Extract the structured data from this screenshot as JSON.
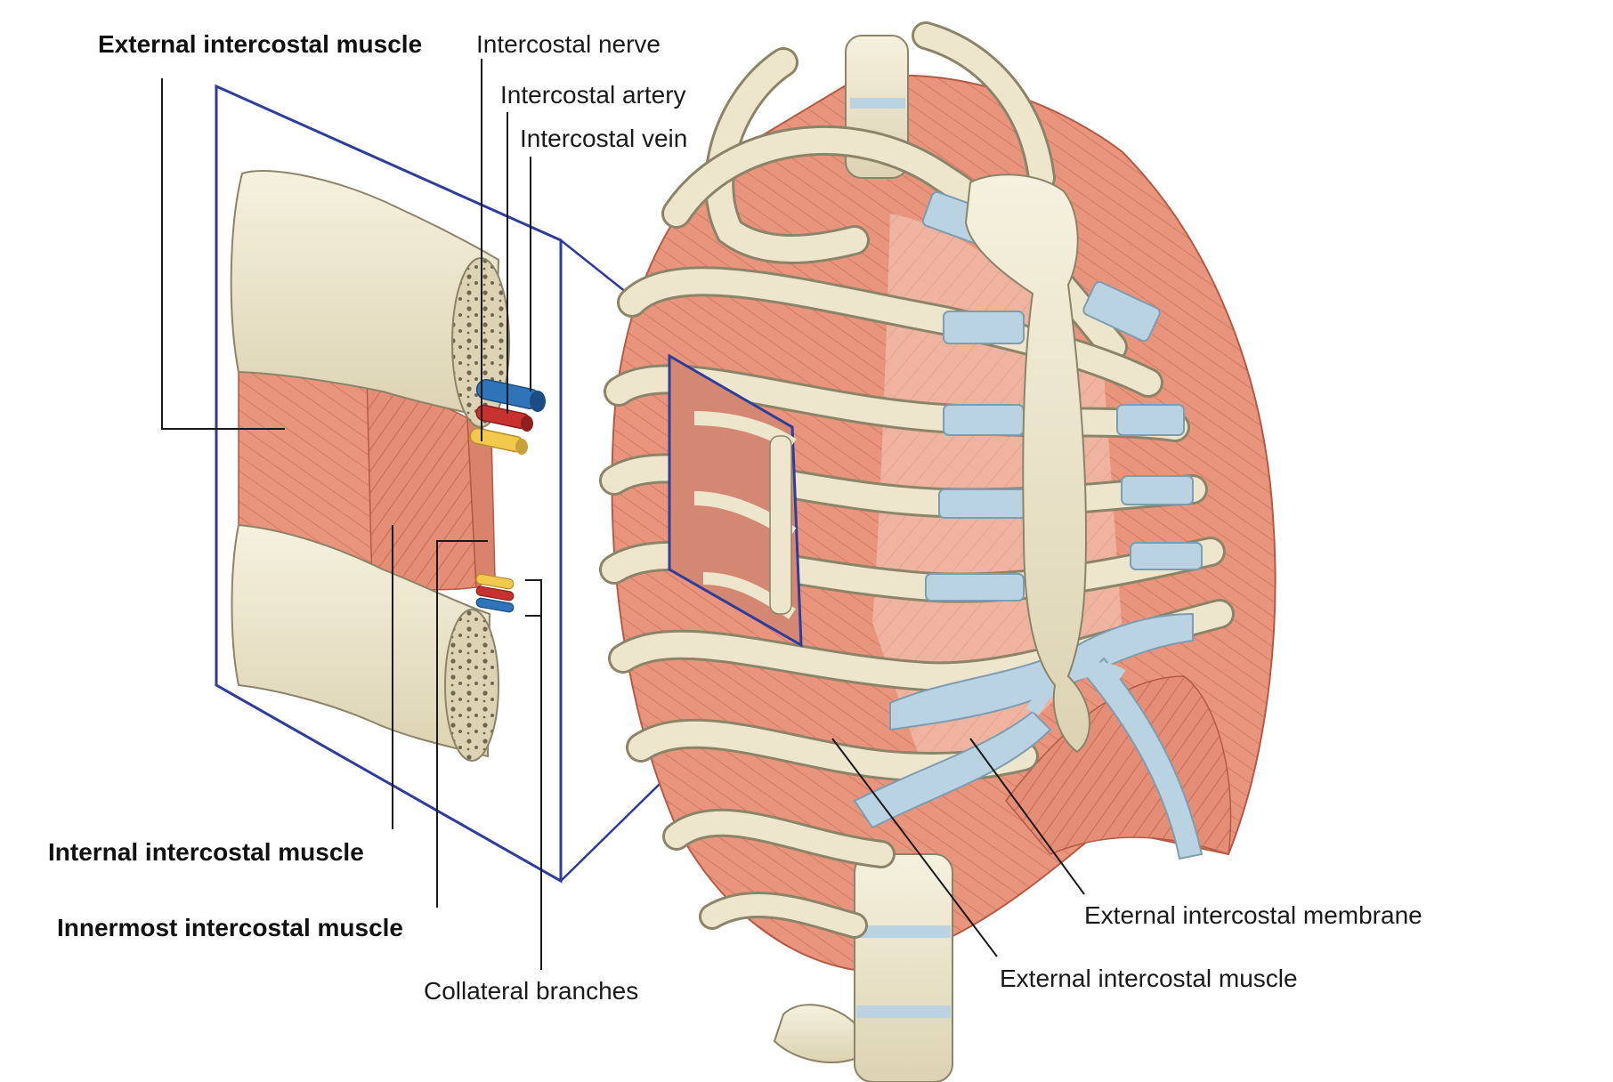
{
  "labels": {
    "external_intercostal_muscle_top": "External intercostal muscle",
    "intercostal_nerve": "Intercostal nerve",
    "intercostal_artery": "Intercostal artery",
    "intercostal_vein": "Intercostal vein",
    "internal_intercostal_muscle": "Internal intercostal muscle",
    "innermost_intercostal_muscle": "Innermost intercostal muscle",
    "collateral_branches": "Collateral branches",
    "external_intercostal_membrane": "External intercostal membrane",
    "external_intercostal_muscle_bottom": "External intercostal muscle"
  },
  "colors": {
    "bone": "#EDE6CC",
    "bone_outline": "#8C8468",
    "muscle": "#E9957E",
    "muscle_dark": "#C9664F",
    "cartilage": "#B9D3E2",
    "vein": "#2F74B8",
    "artery": "#C8322E",
    "nerve": "#F2C94C",
    "inset_frame": "#2E3D9A"
  }
}
